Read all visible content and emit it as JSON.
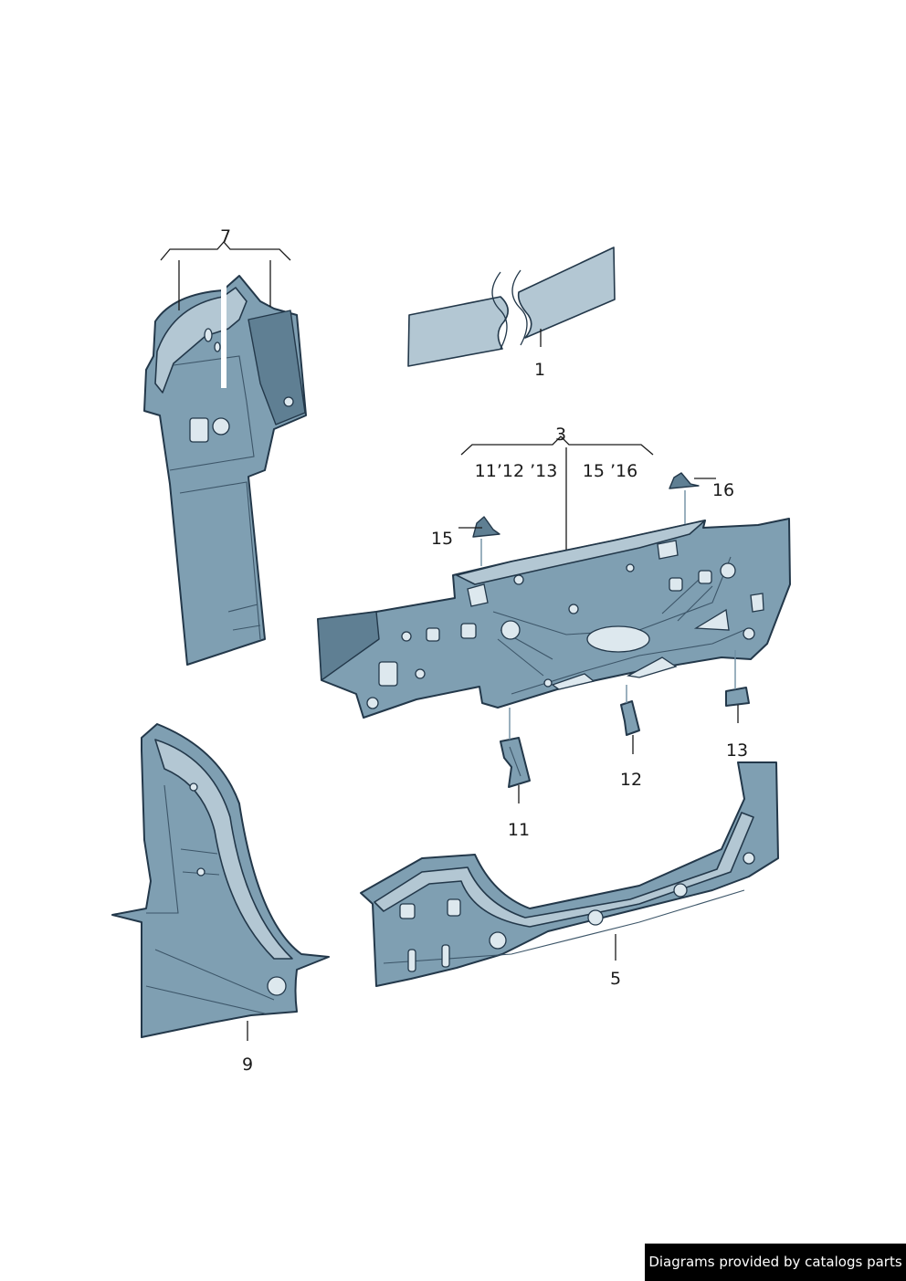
{
  "callouts": {
    "c1": "1",
    "c3": "3",
    "c5": "5",
    "c7": "7",
    "c9": "9",
    "c11": "11",
    "c12": "12",
    "c13": "13",
    "c15": "15",
    "c16": "16",
    "group3_left": "11’12 ’13",
    "group3_right": "15 ’16"
  },
  "footer": {
    "text": "Diagrams provided by catalogs parts"
  },
  "colors": {
    "part_fill": "#7f9fb2",
    "part_outline": "#23384a",
    "footer_bg": "#000000"
  }
}
